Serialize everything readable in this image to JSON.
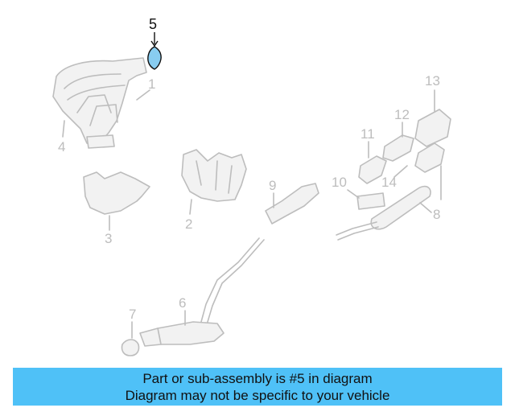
{
  "highlight_color": "#88ccf0",
  "banner_color": "#4fc1f7",
  "callouts": [
    {
      "id": "5",
      "label": "5"
    },
    {
      "id": "1",
      "label": "1"
    },
    {
      "id": "4",
      "label": "4"
    },
    {
      "id": "2",
      "label": "2"
    },
    {
      "id": "3",
      "label": "3"
    },
    {
      "id": "9",
      "label": "9"
    },
    {
      "id": "11",
      "label": "11"
    },
    {
      "id": "12",
      "label": "12"
    },
    {
      "id": "13",
      "label": "13"
    },
    {
      "id": "10",
      "label": "10"
    },
    {
      "id": "14",
      "label": "14"
    },
    {
      "id": "8",
      "label": "8"
    },
    {
      "id": "7",
      "label": "7"
    },
    {
      "id": "6",
      "label": "6"
    }
  ],
  "banner": {
    "line1": "Part or sub-assembly is #5 in diagram",
    "line2": "Diagram may not be specific to your vehicle"
  }
}
